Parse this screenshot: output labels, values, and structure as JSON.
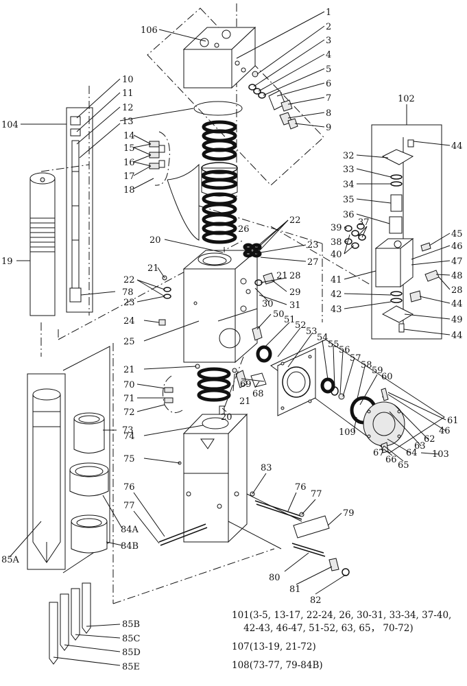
{
  "labels": {
    "l1": "1",
    "l2": "2",
    "l3": "3",
    "l4": "4",
    "l5": "5",
    "l6": "6",
    "l7": "7",
    "l8": "8",
    "l9": "9",
    "l10": "10",
    "l11": "11",
    "l12": "12",
    "l13": "13",
    "l14": "14",
    "l15": "15",
    "l16": "16",
    "l17": "17",
    "l18": "18",
    "l19": "19",
    "l20a": "20",
    "l20b": "20",
    "l21a": "21",
    "l21b": "21",
    "l21c": "21",
    "l21d": "21",
    "l22a": "22",
    "l22b": "22",
    "l23a": "23",
    "l23b": "23",
    "l24": "24",
    "l25": "25",
    "l26": "26",
    "l27": "27",
    "l28a": "28",
    "l28b": "28",
    "l29": "29",
    "l30": "30",
    "l31": "31",
    "l32": "32",
    "l33": "33",
    "l34": "34",
    "l35": "35",
    "l36": "36",
    "l37": "37",
    "l38": "38",
    "l39": "39",
    "l40": "40",
    "l41": "41",
    "l42": "42",
    "l43": "43",
    "l44a": "44",
    "l44b": "44",
    "l44c": "44",
    "l45": "45",
    "l46a": "46",
    "l46b": "46",
    "l47": "47",
    "l48": "48",
    "l49": "49",
    "l50": "50",
    "l51": "51",
    "l52": "52",
    "l53": "53",
    "l54": "54",
    "l55": "55",
    "l56": "56",
    "l57": "57",
    "l58": "58",
    "l59": "59",
    "l60": "60",
    "l61": "61",
    "l62": "62",
    "l63": "63",
    "l64": "64",
    "l65": "65",
    "l66": "66",
    "l67": "67",
    "l68": "68",
    "l69": "69",
    "l70": "70",
    "l71": "71",
    "l72": "72",
    "l73": "73",
    "l74": "74",
    "l75": "75",
    "l76a": "76",
    "l76b": "76",
    "l77a": "77",
    "l77b": "77",
    "l78": "78",
    "l79": "79",
    "l80": "80",
    "l81": "81",
    "l82": "82",
    "l83": "83",
    "l84a": "84A",
    "l84b": "84B",
    "l85a": "85A",
    "l85b": "85B",
    "l85c": "85C",
    "l85d": "85D",
    "l85e": "85E",
    "l102": "102",
    "l103": "103",
    "l104": "104",
    "l106": "106",
    "l109": "109"
  },
  "notes": [
    "101(3-5, 13-17, 22-24, 26, 30-31, 33-34, 37-40,",
    "    42-43, 46-47, 51-52, 63, 65， 70-72)",
    "107(13-19, 21-72)",
    "108(73-77, 79-84B)"
  ]
}
